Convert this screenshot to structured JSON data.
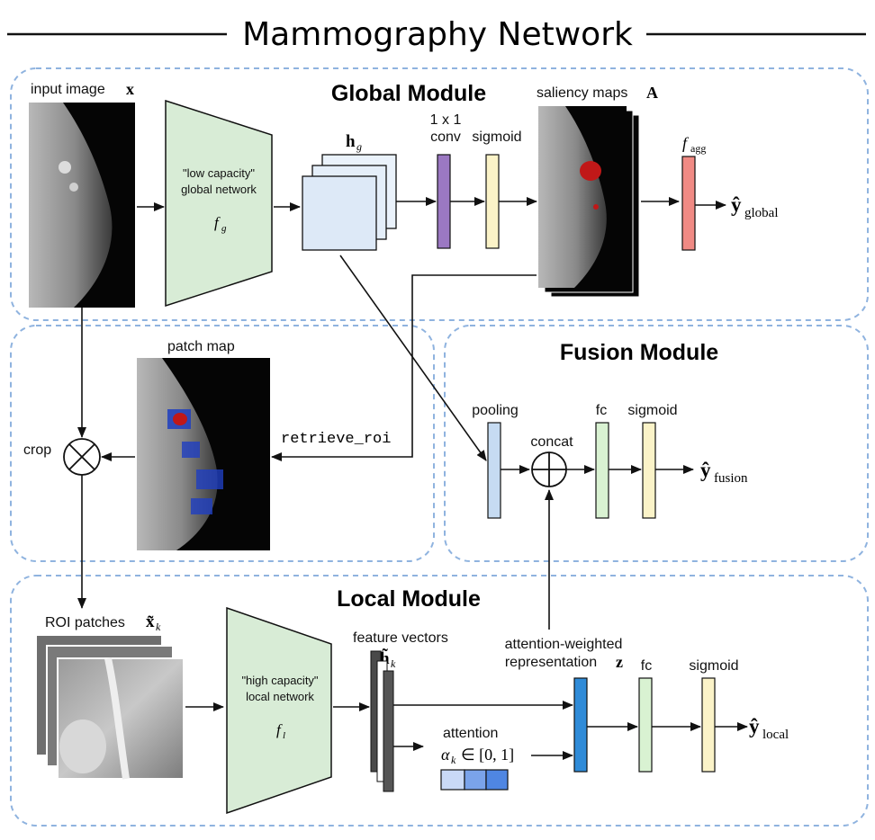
{
  "title": "Mammography Network",
  "modules": {
    "global": "Global Module",
    "fusion": "Fusion Module",
    "local": "Local Module"
  },
  "global": {
    "input_label": "input image",
    "input_symbol": "x",
    "network_line1": "\"low capacity\"",
    "network_line2": "global network",
    "network_fn": "f",
    "network_fn_sub": "g",
    "hg": "h",
    "hg_sub": "g",
    "conv_line1": "1 x 1",
    "conv_line2": "conv",
    "sigmoid": "sigmoid",
    "saliency_label": "saliency maps",
    "saliency_symbol": "A",
    "fagg": "f",
    "fagg_sub": "agg",
    "output": "ŷ",
    "output_sub": "global"
  },
  "middle": {
    "patch_map_label": "patch map",
    "retrieve": "retrieve_roi",
    "crop": "crop"
  },
  "fusion": {
    "pooling": "pooling",
    "concat": "concat",
    "fc": "fc",
    "sigmoid": "sigmoid",
    "output": "ŷ",
    "output_sub": "fusion"
  },
  "local": {
    "roi_label": "ROI patches",
    "roi_symbol": "x̃",
    "roi_sub": "k",
    "network_line1": "\"high capacity\"",
    "network_line2": "local network",
    "network_fn": "f",
    "network_fn_sub": "l",
    "feature_label": "feature vectors",
    "feature_symbol": "h̃",
    "feature_sub": "k",
    "attn_rep_line1": "attention-weighted",
    "attn_rep_line2": "representation",
    "z": "z",
    "fc": "fc",
    "sigmoid": "sigmoid",
    "attention": "attention",
    "alpha": "α",
    "alpha_sub": "k",
    "alpha_range": "∈ [0, 1]",
    "output": "ŷ",
    "output_sub": "local"
  },
  "colors": {
    "module_border": "#8fb3df",
    "network_fill": "#d8ecd6",
    "conv_purple": "#9b78c2",
    "sigmoid_yellow": "#fbf3c8",
    "agg_red": "#f08a84",
    "pooling_blue": "#c6dbf2",
    "fc_green": "#d9f2d2",
    "attn_blue": "#2f8bd8",
    "feature_dark": "#555555"
  }
}
